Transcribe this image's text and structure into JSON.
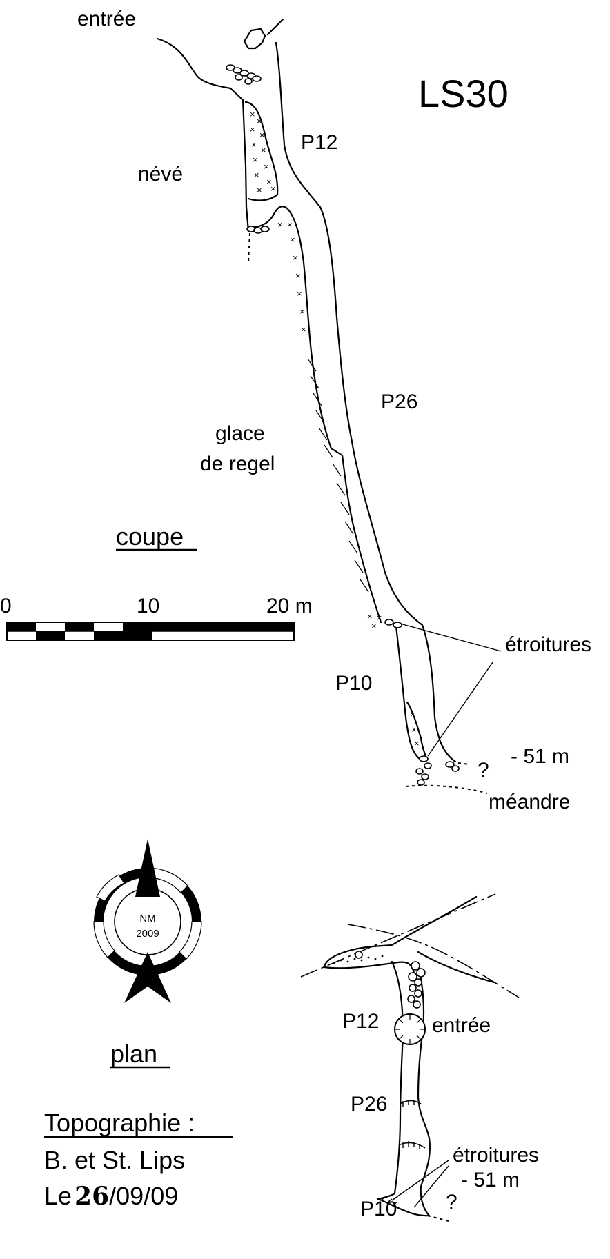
{
  "title": "LS30",
  "section": {
    "view_label": "coupe",
    "labels": {
      "entrance": "entrée",
      "snow": "névé",
      "ice_line1": "glace",
      "ice_line2": "de regel",
      "pitch1": "P12",
      "pitch2": "P26",
      "pitch3": "P10",
      "narrows": "étroitures",
      "depth": "- 51 m",
      "question": "?",
      "meander": "méandre"
    }
  },
  "scale_bar": {
    "tick_0": "0",
    "tick_10": "10",
    "tick_20": "20 m"
  },
  "north_arrow": {
    "line1": "NM",
    "line2": "2009"
  },
  "plan": {
    "view_label": "plan",
    "labels": {
      "pitch1": "P12",
      "entrance": "entrée",
      "pitch2": "P26",
      "narrows": "étroitures",
      "depth": "- 51 m",
      "question": "?",
      "pitch3": "P10"
    }
  },
  "credits": {
    "heading": "Topographie :",
    "authors": "B. et St. Lips",
    "date_prefix": "Le",
    "date_day": "26",
    "date_rest": "/09/09"
  }
}
